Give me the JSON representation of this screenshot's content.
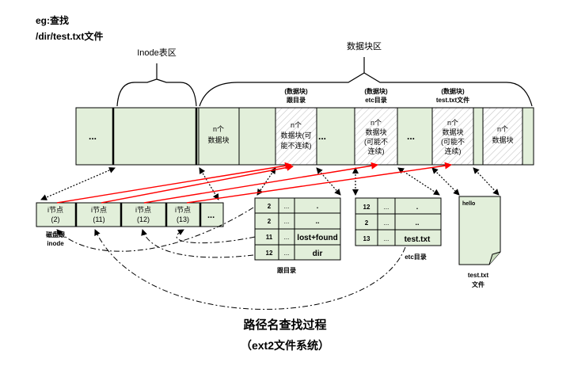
{
  "header": {
    "line1": "eg:查找",
    "line2": "/dir/test.txt文件"
  },
  "regions": {
    "inode_area": "Inode表区",
    "data_area": "数据块区"
  },
  "disk": {
    "dots": "...",
    "block_n": "n个",
    "block_text": "数据块",
    "block_text_maybe1": "数据块(可",
    "block_text_maybe2": "能不连续)",
    "maybe_1": "(可能不",
    "maybe_2": "连续)",
    "root_tag_1": "(数据块)",
    "root_tag_2": "跟目录",
    "etc_tag_1": "(数据块)",
    "etc_tag_2": "etc目录",
    "file_tag_1": "(数据块)",
    "file_tag_2": "test.txt文件"
  },
  "inodes": {
    "label": "i节点",
    "items": [
      {
        "num": "(2)"
      },
      {
        "num": "(11)"
      },
      {
        "num": "(12)"
      },
      {
        "num": "(13)"
      }
    ],
    "more": "...",
    "root_label_1": "磁盘跟",
    "root_label_2": "inode"
  },
  "root_dir_table": {
    "rows": [
      {
        "ino": "2",
        "mid": "...",
        "name": "."
      },
      {
        "ino": "2",
        "mid": "...",
        "name": ".."
      },
      {
        "ino": "11",
        "mid": "...",
        "name": "lost+found"
      },
      {
        "ino": "12",
        "mid": "...",
        "name": "dir"
      }
    ],
    "caption": "跟目录"
  },
  "etc_dir_table": {
    "rows": [
      {
        "ino": "12",
        "mid": "...",
        "name": "."
      },
      {
        "ino": "2",
        "mid": "...",
        "name": ".."
      },
      {
        "ino": "13",
        "mid": "...",
        "name": "test.txt"
      }
    ],
    "caption": "etc目录"
  },
  "file_doc": {
    "content": "hello",
    "caption_1": "test.txt",
    "caption_2": "文件"
  },
  "footer": {
    "title": "路径名查找过程",
    "subtitle": "（ext2文件系统）"
  },
  "colors": {
    "block_fill": "#e2efda",
    "red_arrow": "#ff0000",
    "outline": "#000000"
  }
}
